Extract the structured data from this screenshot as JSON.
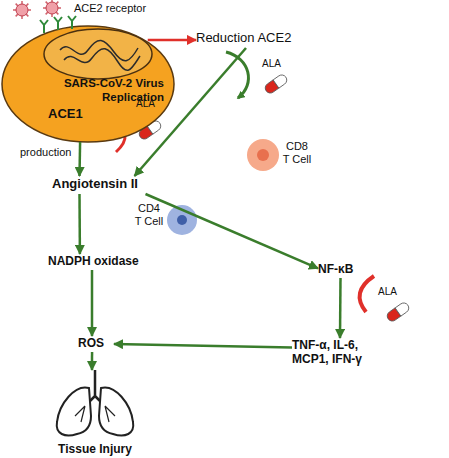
{
  "diagram": {
    "nodes": [
      {
        "text": [
          "ACE2 receptor",
          "SARS-CoV-2 Virus Replication",
          "ACE1"
        ]
      },
      {
        "text": [
          "Reduction ACE2"
        ]
      },
      {
        "text": [
          "Angiotensin II"
        ]
      },
      {
        "text": [
          "CD8 T Cell"
        ]
      },
      {
        "text": [
          "CD4 T Cell"
        ]
      },
      {
        "text": [
          "NF-κB"
        ]
      },
      {
        "text": [
          "NADPH oxidase"
        ]
      },
      {
        "text": [
          "TNF-α, IL-6, MCP1, IFN-γ"
        ]
      },
      {
        "text": [
          "ROS"
        ]
      },
      {
        "text": [
          "Tissue Injury"
        ]
      }
    ],
    "edges": [
      {
        "from": 0,
        "to": 1,
        "arrow": "to"
      },
      {
        "from": 0,
        "to": 2,
        "arrow": "to"
      },
      {
        "from": 1,
        "to": 2,
        "arrow": "to"
      },
      {
        "from": 2,
        "to": 6,
        "arrow": "to"
      },
      {
        "from": 2,
        "to": 5,
        "arrow": "to"
      },
      {
        "from": 6,
        "to": 8,
        "arrow": "to"
      },
      {
        "from": 5,
        "to": 7,
        "arrow": "to"
      },
      {
        "from": 7,
        "to": 8,
        "arrow": "to"
      },
      {
        "from": 8,
        "to": 9,
        "arrow": "to"
      }
    ],
    "labels": [
      "production",
      "ALA",
      "ALA",
      "ALA"
    ]
  }
}
